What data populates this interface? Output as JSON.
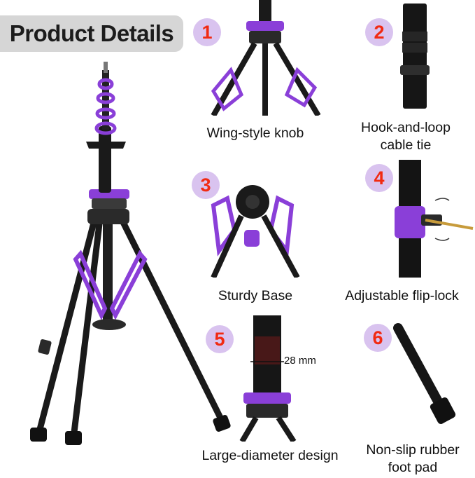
{
  "title": "Product Details",
  "colors": {
    "accent": "#8a3fd8",
    "badge_bg": "#d9c3ef",
    "badge_text": "#f12a12",
    "title_bg": "#d6d6d6"
  },
  "details": [
    {
      "number": "1",
      "label": "Wing-style knob",
      "icon": "wing-knob-closeup"
    },
    {
      "number": "2",
      "label_lines": [
        "Hook-and-loop",
        "cable tie"
      ],
      "icon": "cable-tie-closeup"
    },
    {
      "number": "3",
      "label": "Sturdy Base",
      "icon": "base-closeup"
    },
    {
      "number": "4",
      "label": "Adjustable flip-lock",
      "icon": "flip-lock-closeup"
    },
    {
      "number": "5",
      "label": "Large-diameter design",
      "icon": "tube-diameter-closeup",
      "measurement": "28 mm"
    },
    {
      "number": "6",
      "label_lines": [
        "Non-slip rubber",
        "foot pad"
      ],
      "icon": "rubber-foot-closeup"
    }
  ]
}
